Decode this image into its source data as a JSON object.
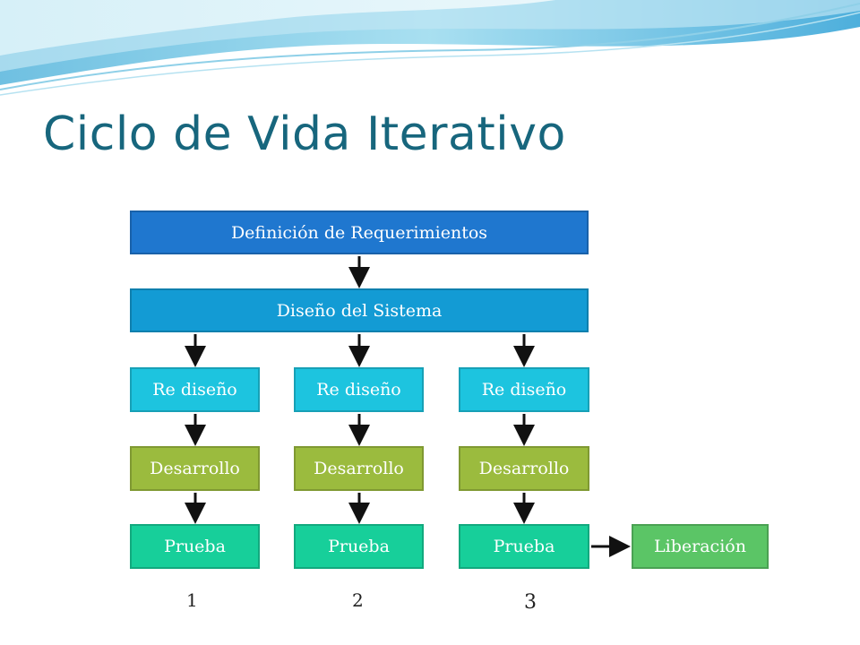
{
  "title": "Ciclo de Vida Iterativo",
  "colors": {
    "title": "#17667d",
    "requirements_box": "#1f77cf",
    "system_design_box": "#139bd4",
    "redesign_box": "#1dc4df",
    "development_box": "#9bbb3e",
    "test_box": "#17cf9a",
    "release_box": "#5bc566",
    "arrow": "#111111"
  },
  "diagram": {
    "requirements": "Definición de Requerimientos",
    "system_design": "Diseño del Sistema",
    "iterations": [
      {
        "number": "1",
        "redesign": "Re diseño",
        "development": "Desarrollo",
        "test": "Prueba"
      },
      {
        "number": "2",
        "redesign": "Re diseño",
        "development": "Desarrollo",
        "test": "Prueba"
      },
      {
        "number": "3",
        "redesign": "Re diseño",
        "development": "Desarrollo",
        "test": "Prueba"
      }
    ],
    "release": "Liberación"
  }
}
